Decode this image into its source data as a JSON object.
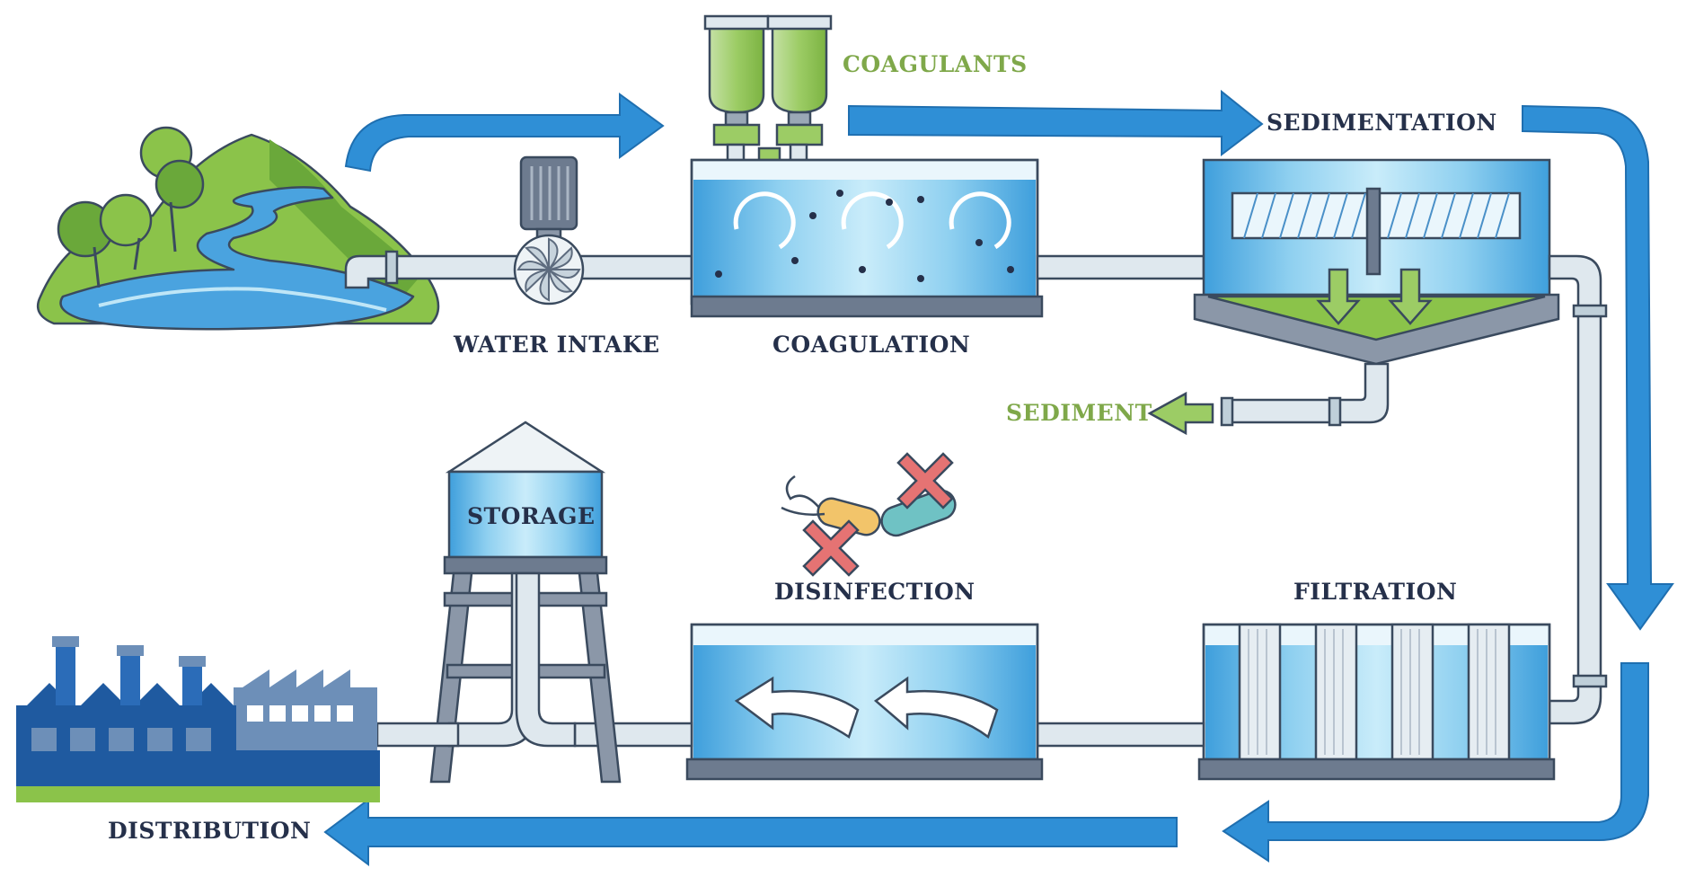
{
  "labels": {
    "coagulants": "COAGULANTS",
    "sedimentation": "SEDIMENTATION",
    "water_intake": "WATER INTAKE",
    "coagulation": "COAGULATION",
    "sediment": "SEDIMENT",
    "storage": "STORAGE",
    "disinfection": "DISINFECTION",
    "filtration": "FILTRATION",
    "distribution": "DISTRIBUTION"
  },
  "colors": {
    "flow_arrow": "#2f8fd6",
    "water_light": "#bfe6f7",
    "water_mid": "#5bb6e6",
    "water_dark": "#2a86c9",
    "outline": "#3a4a5e",
    "pipe": "#d9e4ea",
    "green_fill": "#8bc34a",
    "chem_green": "#9ccc65",
    "factory_blue": "#1f5aa0",
    "factory_light": "#6d8fb8",
    "label_dark": "#25304a",
    "label_green": "#7fa84a",
    "cross_red": "#e57373"
  },
  "icons": {
    "landscape": "river-hills-icon",
    "pump": "pump-motor-icon",
    "bacteria": "bacteria-icon",
    "factory": "factory-icon"
  }
}
